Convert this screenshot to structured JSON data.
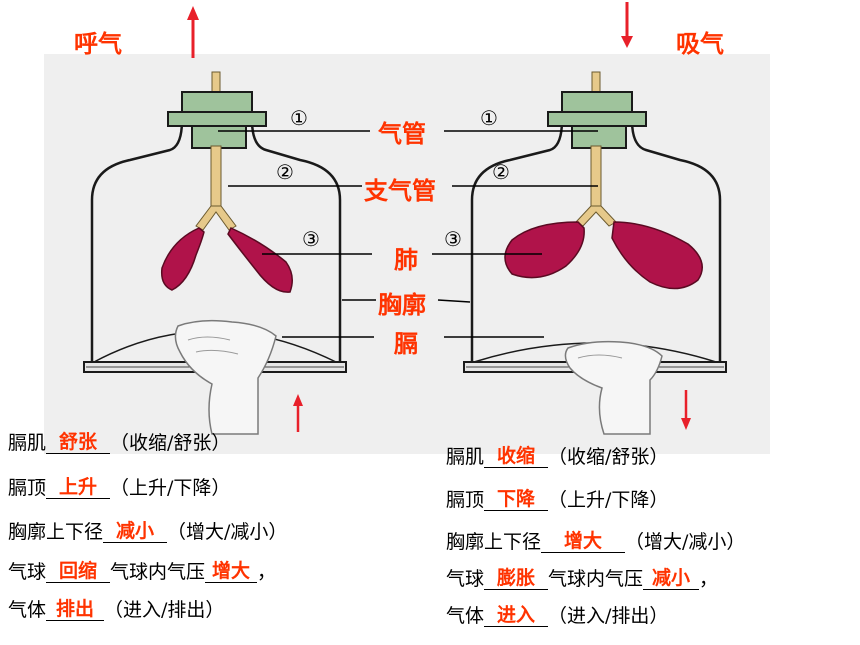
{
  "titles": {
    "exhale": "呼气",
    "inhale": "吸气"
  },
  "labels": {
    "trachea": "气管",
    "bronchus": "支气管",
    "lung": "肺",
    "thorax": "胸廓",
    "diaphragm": "膈"
  },
  "markers": {
    "m1": "①",
    "m2": "②",
    "m3": "③"
  },
  "left_questions": [
    {
      "prefix": "膈肌",
      "answer": "舒张",
      "suffix": "（收缩/舒张）"
    },
    {
      "prefix": "膈顶",
      "answer": "上升",
      "suffix": "（上升/下降）"
    },
    {
      "prefix": "胸廓上下径",
      "answer": "减小",
      "suffix": "（增大/减小）"
    },
    {
      "prefix": "气球",
      "answer": "回缩",
      "mid": "气球内气压",
      "answer2": "增大",
      "suffix": "，"
    },
    {
      "prefix": "气体",
      "answer": "排出",
      "suffix": "（进入/排出）"
    }
  ],
  "right_questions": [
    {
      "prefix": "膈肌",
      "answer": "收缩",
      "suffix": "（收缩/舒张）"
    },
    {
      "prefix": "膈顶",
      "answer": "下降",
      "suffix": "（上升/下降）"
    },
    {
      "prefix": "胸廓上下径",
      "answer": "增大",
      "suffix": "（增大/减小）"
    },
    {
      "prefix": "气球",
      "answer": "膨胀",
      "mid": "气球内气压",
      "answer2": "减小",
      "suffix": "，"
    },
    {
      "prefix": "气体",
      "answer": "进入",
      "suffix": "（进入/排出）"
    }
  ],
  "colors": {
    "accent": "#ff3300",
    "lung": "#b0134a",
    "stopper": "#9fc39c",
    "panel": "#efefef"
  }
}
